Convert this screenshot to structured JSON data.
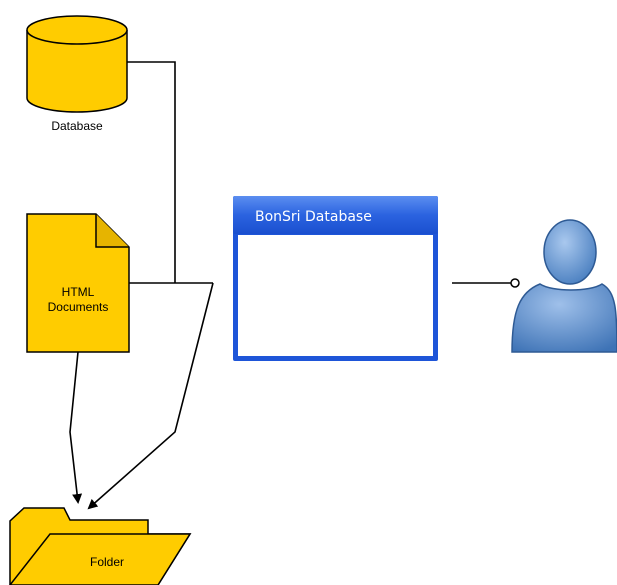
{
  "nodes": {
    "database": {
      "label": "Database",
      "icon": "database-cylinder-icon"
    },
    "html_docs": {
      "label_line1": "HTML",
      "label_line2": "Documents",
      "icon": "document-icon"
    },
    "folder": {
      "label": "Folder",
      "icon": "folder-icon"
    },
    "window": {
      "title": "BonSri Database",
      "icon": "application-window-icon"
    },
    "user": {
      "icon": "user-icon"
    }
  },
  "colors": {
    "shape_fill": "#FFCC00",
    "shape_stroke": "#000000",
    "window_blue": "#1E55D8",
    "user_blue": "#4A7FC0"
  }
}
